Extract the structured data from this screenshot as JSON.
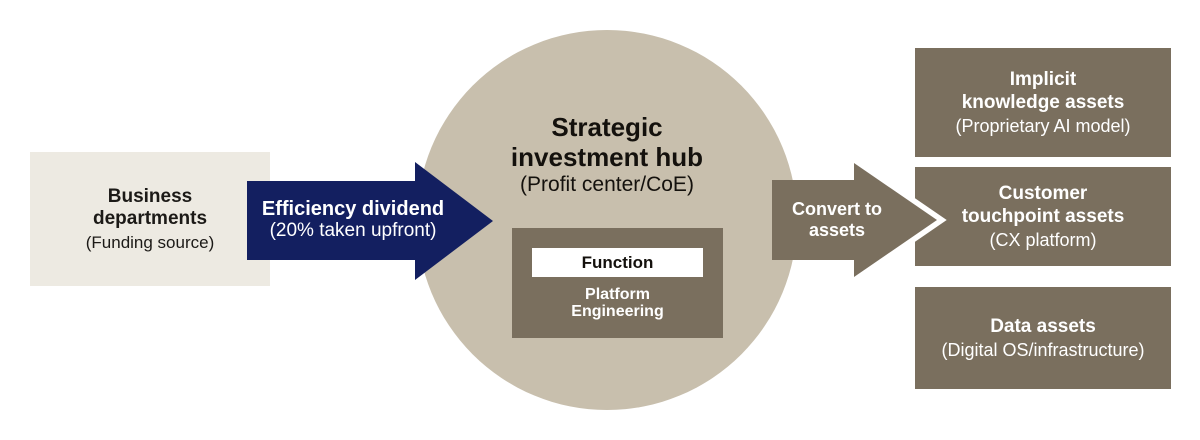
{
  "colors": {
    "background": "#ffffff",
    "funding_box_bg": "#edeae2",
    "hub_circle_bg": "#c8bfad",
    "brown": "#7a6f5e",
    "navy": "#131f60",
    "dark_text": "#14110d",
    "light_text": "#ffffff"
  },
  "funding_box": {
    "title": "Business\ndepartments",
    "subtitle": "(Funding source)"
  },
  "efficiency_arrow": {
    "label": "Efficiency dividend",
    "sublabel": "(20% taken upfront)"
  },
  "hub": {
    "title": "Strategic\ninvestment hub",
    "subtitle": "(Profit center/CoE)",
    "function_box": {
      "header": "Function",
      "body": "Platform\nEngineering"
    }
  },
  "convert_arrow": {
    "label": "Convert to\nassets"
  },
  "asset_boxes": [
    {
      "title": "Implicit\nknowledge assets",
      "subtitle": "(Proprietary AI model)"
    },
    {
      "title": "Customer\ntouchpoint assets",
      "subtitle": "(CX platform)"
    },
    {
      "title": "Data assets",
      "subtitle": "(Digital OS/infrastructure)"
    }
  ]
}
